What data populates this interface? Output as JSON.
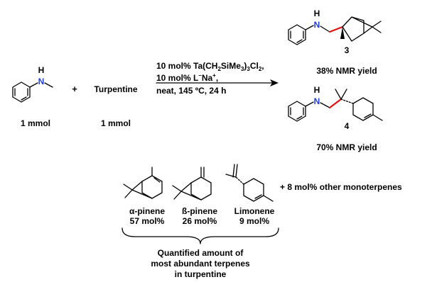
{
  "reactant_amine": {
    "atom_label": "N",
    "h_label": "H",
    "amount": "1 mmol"
  },
  "plus_sign": "+",
  "reactant_terpene": {
    "name": "Turpentine",
    "amount": "1 mmol"
  },
  "conditions": {
    "line1": {
      "a": "10 mol% Ta(CH",
      "s1": "2",
      "b": "SiMe",
      "s2": "3",
      "c": ")",
      "s3": "3",
      "d": "Cl",
      "s4": "2",
      "e": ","
    },
    "line2": {
      "a": "10 mol% L",
      "sup1": "–",
      "b": "Na",
      "sup2": "+",
      "c": ","
    },
    "line3": "neat, 145 ºC, 24 h"
  },
  "products": [
    {
      "number": "3",
      "atom_label": "N",
      "h_label": "H",
      "yield": "38% NMR yield"
    },
    {
      "number": "4",
      "atom_label": "N",
      "h_label": "H",
      "yield": "70% NMR yield"
    }
  ],
  "terpenes": [
    {
      "name": "α-pinene",
      "amount": "57 mol%"
    },
    {
      "name": "ß-pinene",
      "amount": "26 mol%"
    },
    {
      "name": "Limonene",
      "amount": "9 mol%"
    }
  ],
  "other_terpenes": "+ 8 mol% other monoterpenes",
  "brace_caption": [
    "Quantified amount of",
    "most abundant terpenes",
    "in turpentine"
  ],
  "colors": {
    "nitrogen": "#1f3fd6",
    "new_bond": "#e01010"
  }
}
